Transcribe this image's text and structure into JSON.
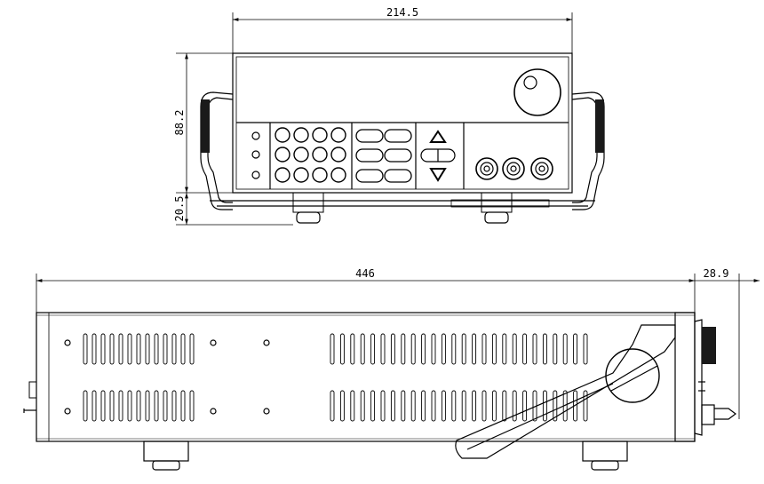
{
  "dimensions": {
    "front_width": "214.5",
    "front_height": "88.2",
    "foot_height": "20.5",
    "side_length": "446",
    "rear_protrusion": "28.9"
  },
  "colors": {
    "line": "#000000",
    "fill_dark": "#1a1a1a",
    "background": "#ffffff"
  }
}
